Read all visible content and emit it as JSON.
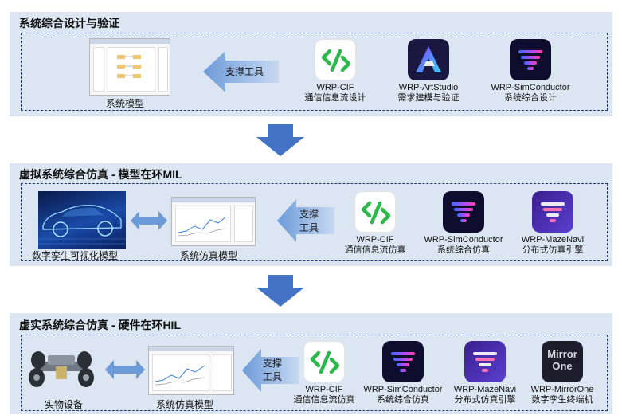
{
  "sections": [
    {
      "title": "系统综合设计与验证",
      "model_label": "系统模型",
      "support_label": "支撑工具",
      "tools": [
        {
          "name": "WRP-CIF",
          "desc": "通信信息流设计",
          "icon": "cif-link-icon"
        },
        {
          "name": "WRP-ArtStudio",
          "desc": "需求建模与验证",
          "icon": "artstudio-a-icon"
        },
        {
          "name": "WRP-SimConductor",
          "desc": "系统综合设计",
          "icon": "simconductor-icon"
        }
      ]
    },
    {
      "title": "虚拟系统综合仿真 - 模型在环MIL",
      "twin_label": "数字孪生可视化模型",
      "model_label": "系统仿真模型",
      "support_label_1": "支撑",
      "support_label_2": "工具",
      "tools": [
        {
          "name": "WRP-CIF",
          "desc": "通信信息流仿真",
          "icon": "cif-link-icon"
        },
        {
          "name": "WRP-SimConductor",
          "desc": "系统综合仿真",
          "icon": "simconductor-icon"
        },
        {
          "name": "WRP-MazeNavi",
          "desc": "分布式仿真引擎",
          "icon": "mazenavi-icon"
        }
      ]
    },
    {
      "title": "虚实系统综合仿真 - 硬件在环HIL",
      "device_label": "实物设备",
      "model_label": "系统仿真模型",
      "support_label_1": "支撑",
      "support_label_2": "工具",
      "tools": [
        {
          "name": "WRP-CIF",
          "desc": "通信信息流仿真",
          "icon": "cif-link-icon"
        },
        {
          "name": "WRP-SimConductor",
          "desc": "系统综合仿真",
          "icon": "simconductor-icon"
        },
        {
          "name": "WRP-MazeNavi",
          "desc": "分布式仿真引擎",
          "icon": "mazenavi-icon"
        },
        {
          "name": "WRP-MirrorOne",
          "desc": "数字孪生终端机",
          "icon": "mirrorone-icon",
          "logo_text_1": "Mirror",
          "logo_text_2": "One"
        }
      ]
    }
  ],
  "colors": {
    "section_bg": "#dce6f2",
    "dashed_border": "#1f3b7a",
    "arrow_blue": "#4472c4",
    "support_arrow": "#6d9bd8"
  }
}
